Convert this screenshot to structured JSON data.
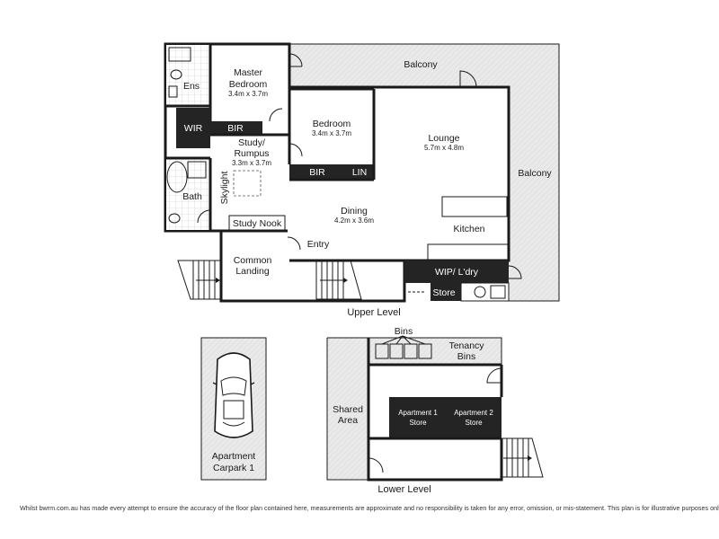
{
  "upper": {
    "balcony_top": "Balcony",
    "balcony_right": "Balcony",
    "master_bedroom": [
      "Master",
      "Bedroom"
    ],
    "master_bedroom_dim": "3.4m x 3.7m",
    "ens": "Ens",
    "wir": "WIR",
    "bir_master": "BIR",
    "bedroom": "Bedroom",
    "bedroom_dim": "3.4m x 3.7m",
    "bir_bedroom": "BIR",
    "lin": "LIN",
    "lounge": "Lounge",
    "lounge_dim": "5.7m x 4.8m",
    "study": [
      "Study/",
      "Rumpus"
    ],
    "study_dim": "3.3m x 3.7m",
    "skylight": "Skylight",
    "bath": "Bath",
    "study_nook": "Study Nook",
    "dining": "Dining",
    "dining_dim": "4.2m x 3.6m",
    "kitchen": "Kitchen",
    "entry": "Entry",
    "common_landing": [
      "Common",
      "Landing"
    ],
    "wip_ldry": "WIP/ L'dry",
    "store": "Store",
    "level_label": "Upper Level"
  },
  "carpark": {
    "label": [
      "Apartment",
      "Carpark 1"
    ]
  },
  "lower": {
    "bins": "Bins",
    "tenancy_bins": [
      "Tenancy",
      "Bins"
    ],
    "shared_area": [
      "Shared",
      "Area"
    ],
    "apt1_store": [
      "Apartment 1",
      "Store"
    ],
    "apt2_store": [
      "Apartment 2",
      "Store"
    ],
    "level_label": "Lower Level"
  },
  "disclaimer": "Whilst bwrm.com.au has made every attempt to ensure the accuracy of the floor plan contained here, measurements are approximate and no responsibility is taken for any error, omission, or mis-statement. This plan is for illustrative purposes only."
}
